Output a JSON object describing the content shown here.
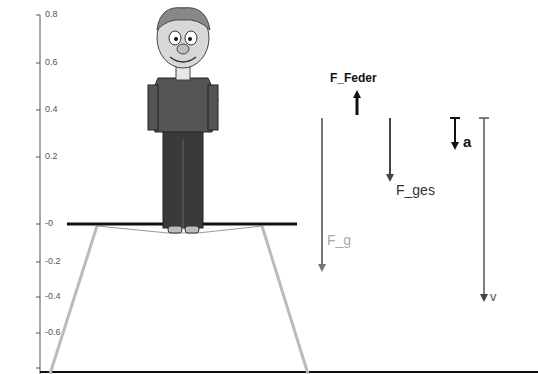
{
  "diagram": {
    "labels": [
      "0.8",
      "0.6",
      "0.4",
      "0.2",
      "-0",
      "-0.2",
      "-0.4",
      "-0.6",
      "F_Feder",
      "F_ges",
      "a",
      "v",
      "F_g"
    ]
  }
}
